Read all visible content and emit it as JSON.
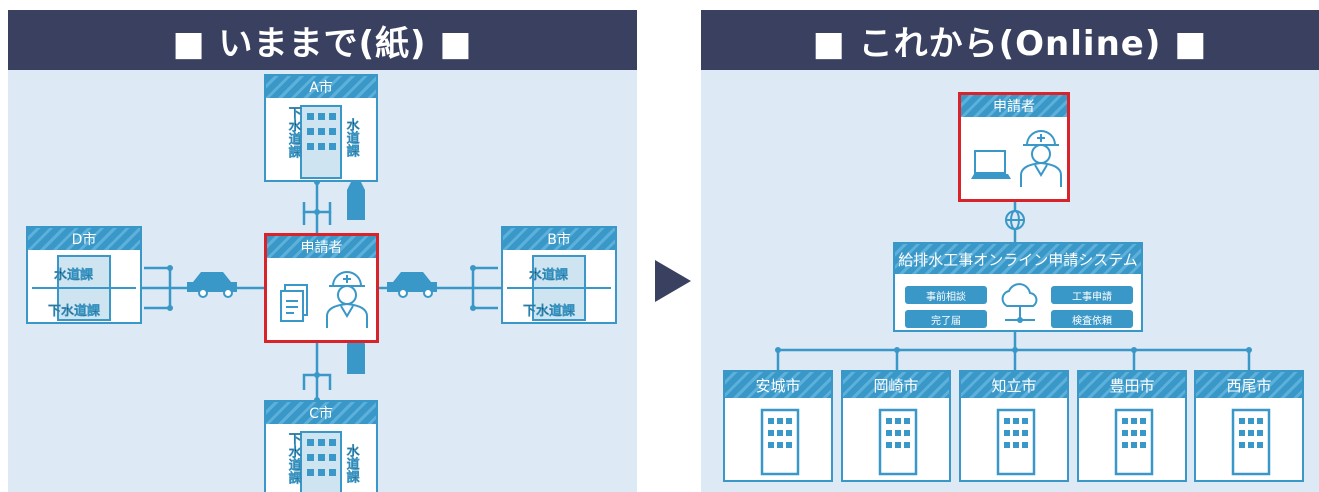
{
  "left_panel": {
    "title": "■ いままで(紙) ■",
    "cities": [
      {
        "name": "A市",
        "dept_top": "下水道課",
        "dept_bottom": "水道課"
      },
      {
        "name": "B市",
        "dept_top": "水道課",
        "dept_bottom": "下水道課"
      },
      {
        "name": "C市",
        "dept_top": "下水道課",
        "dept_bottom": "水道課"
      },
      {
        "name": "D市",
        "dept_top": "水道課",
        "dept_bottom": "下水道課"
      }
    ],
    "applicant": "申請者"
  },
  "right_panel": {
    "title": "■ これから(Online) ■",
    "applicant": "申請者",
    "system": {
      "name": "給排水工事オンライン申請システム",
      "services": [
        "事前相談",
        "工事申請",
        "完了届",
        "検査依頼"
      ]
    },
    "cities": [
      "安城市",
      "岡崎市",
      "知立市",
      "豊田市",
      "西尾市"
    ]
  },
  "colors": {
    "header_bg": "#3a4060",
    "panel_bg": "#dde9f4",
    "accent_blue": "#3a98c8",
    "highlight_red": "#d8232a"
  },
  "icons": {
    "car": "car-icon",
    "building": "building-icon",
    "worker": "worker-icon",
    "document": "document-icon",
    "laptop": "laptop-icon",
    "cloud": "cloud-icon",
    "globe": "globe-icon",
    "arrow": "play-arrow-icon"
  }
}
